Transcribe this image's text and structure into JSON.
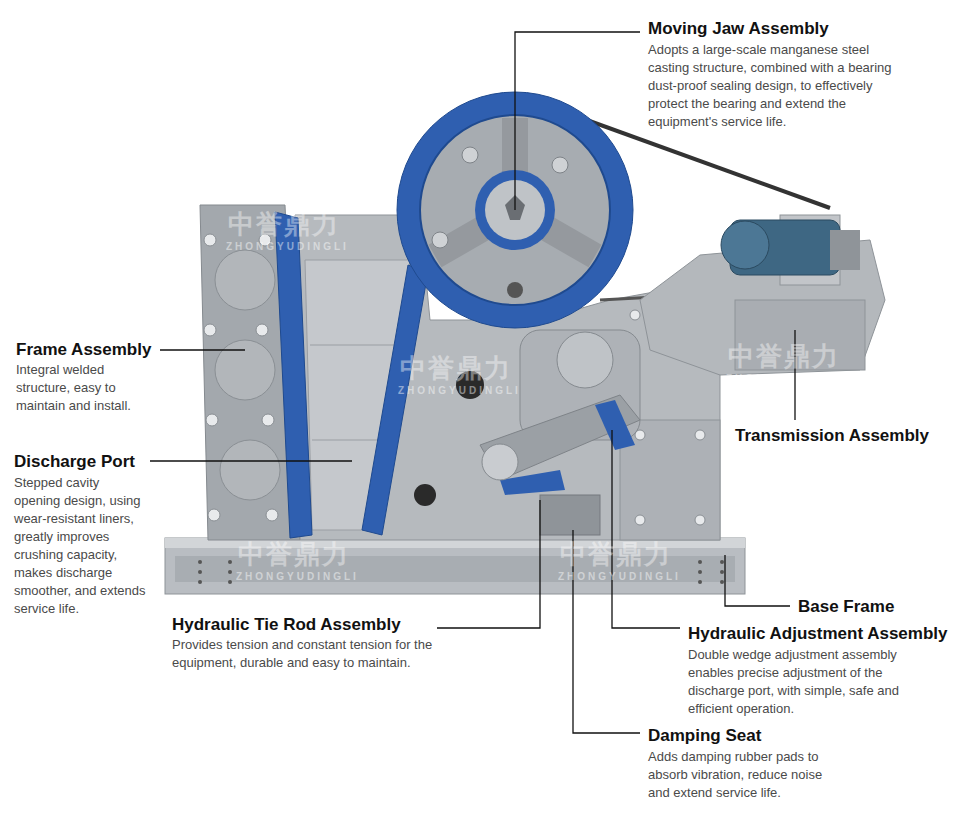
{
  "diagram": {
    "labels": [
      "Moving Jaw Assembly",
      "Adopts a large-scale manganese steel casting structure, combined with a bearing dust-proof sealing design, to effectively protect the bearing and extend the equipment's service life.",
      "Frame Assembly",
      "Integral welded structure, easy to maintain and install.",
      "Discharge Port",
      "Stepped cavity opening design, using wear-resistant liners, greatly improves crushing capacity, makes discharge smoother, and extends service life.",
      "Transmission Assembly",
      "Hydraulic Tie Rod Assembly",
      "Provides tension and constant tension for the equipment, durable and easy to maintain.",
      "Base Frame",
      "Hydraulic Adjustment Assembly",
      "Double wedge adjustment assembly enables precise adjustment of the discharge port, with simple, safe and efficient operation.",
      "Damping Seat",
      "Adds damping rubber pads to absorb vibration, reduce noise and extend service life.",
      "中誉鼎力",
      "ZHONGYUDINGLI",
      "中誉鼎力",
      "ZHONGYUDINGLI",
      "中誉鼎力",
      "ZHONGYUDINGLI",
      "中誉鼎力",
      "ZHONGYUDINGLI",
      "中誉鼎力",
      "ZHONGYUDINGLI"
    ]
  }
}
